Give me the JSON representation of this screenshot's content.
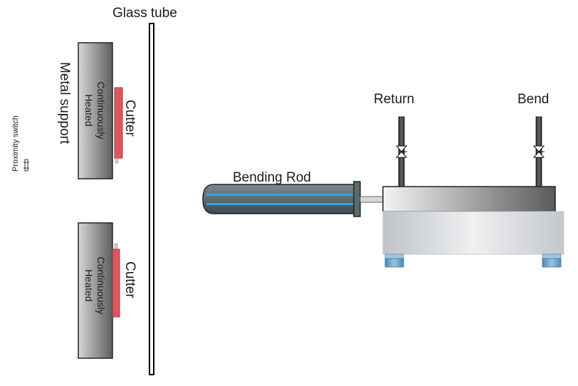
{
  "labels": {
    "glass_tube": "Glass tube",
    "metal_support": "Metal support",
    "proximity_switch": "Proximity switch",
    "cutter_top": "Cutter",
    "cutter_bottom": "Cutter",
    "heater_top": [
      "Continuously",
      "Heated"
    ],
    "heater_bottom": [
      "Continuously",
      "Heated"
    ],
    "bending_rod": "Bending Rod",
    "return": "Return",
    "bend": "Bend"
  },
  "colors": {
    "cutter": "#d9595f",
    "rod_blue": "#3ba0d8",
    "foot_blue": "#6a9cc6",
    "steel_dark": "#555555",
    "steel_light": "#cfcfcf"
  },
  "icons": {
    "valve": "valve-icon",
    "proximity_switch": "proximity-switch-icon"
  }
}
